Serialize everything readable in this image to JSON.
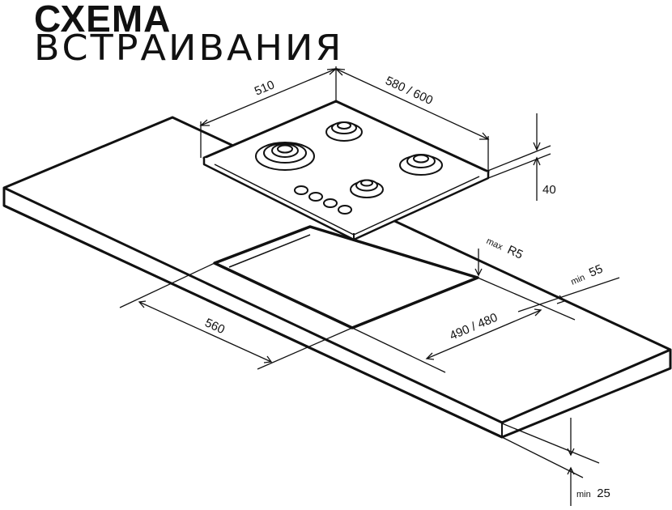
{
  "title": {
    "line1": "СХЕМА",
    "line2": "ВСТРАИВАНИЯ"
  },
  "dimensions": {
    "hob_depth": "510",
    "hob_width": "580 / 600",
    "hob_height": "40",
    "cutout_depth": "560",
    "cutout_width": "490 / 480",
    "corner_radius": {
      "prefix": "max",
      "value": "R5"
    },
    "front_clearance": {
      "prefix": "min",
      "value": "55"
    },
    "countertop_thickness": {
      "prefix": "min",
      "value": "25"
    }
  },
  "colors": {
    "line": "#111111",
    "background": "#ffffff"
  }
}
